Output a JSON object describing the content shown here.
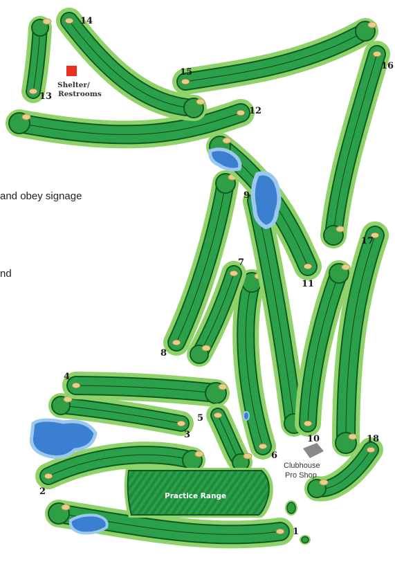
{
  "text_snippets": [
    {
      "id": "signage",
      "text": "and obey signage"
    },
    {
      "id": "nd",
      "text": "nd"
    }
  ],
  "holes": [
    "1",
    "2",
    "3",
    "4",
    "5",
    "6",
    "7",
    "8",
    "9",
    "10",
    "11",
    "12",
    "13",
    "14",
    "15",
    "16",
    "17",
    "18"
  ],
  "buildings": {
    "shelter_line1": "Shelter/",
    "shelter_line2": "Restrooms",
    "clubhouse_line1": "Clubhouse",
    "clubhouse_line2": "Pro Shop"
  },
  "practice_range": "Practice Range",
  "colors": {
    "rough": "#8fd26a",
    "fairway": "#1f8a3a",
    "fairway_stripe": "#2aa04a",
    "green": "#2f9e44",
    "water": "#3a7fd0",
    "water_edge": "#9cc7ee",
    "sand": "#e6cf8a",
    "shelter": "#e8301c",
    "clubhouse": "#8a8a8a"
  }
}
